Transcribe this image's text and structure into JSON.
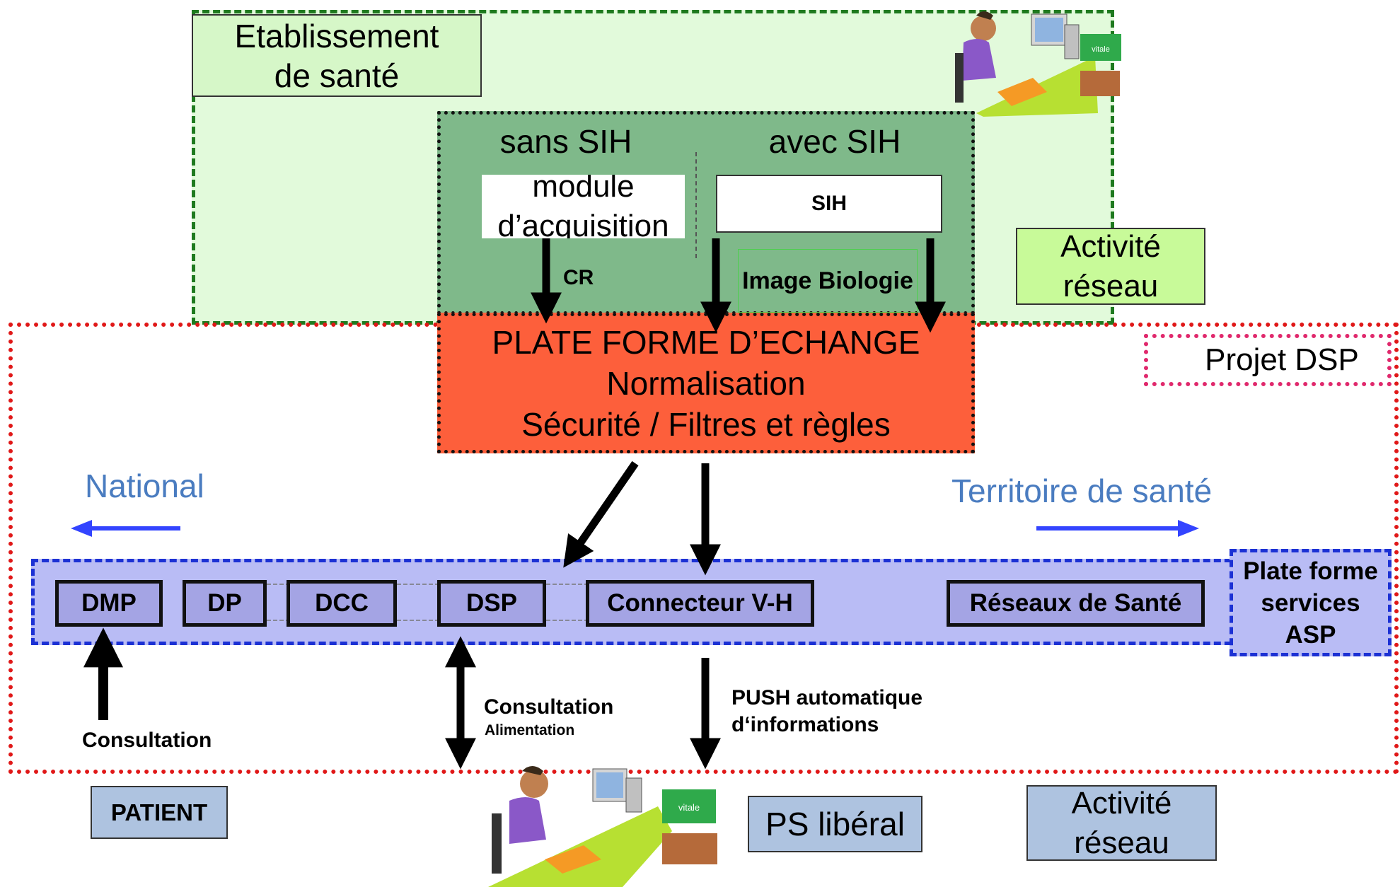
{
  "etablissement_label": [
    "Etablissement",
    "de santé"
  ],
  "activite_reseau_top": [
    "Activité",
    "réseau"
  ],
  "sih_block": {
    "sans_sih": "sans SIH",
    "avec_sih": "avec SIH",
    "module": [
      "module",
      "d’acquisition"
    ],
    "sih": "SIH",
    "cr_label": "CR",
    "image_biologie": "Image Biologie"
  },
  "plate_forme": [
    "PLATE FORME D’ECHANGE",
    "Normalisation",
    "Sécurité / Filtres et règles"
  ],
  "projet_dsp": "Projet DSP",
  "national": "National",
  "territoire": "Territoire de santé",
  "systems": {
    "dmp": "DMP",
    "dp": "DP",
    "dcc": "DCC",
    "dsp": "DSP",
    "connecteur": "Connecteur V-H",
    "reseaux": "Réseaux de Santé"
  },
  "asp_box": [
    "Plate forme",
    "services",
    "ASP"
  ],
  "consultation_left": "Consultation",
  "consultation_mid": "Consultation",
  "alimentation": "Alimentation",
  "push": [
    "PUSH automatique",
    "d‘informations"
  ],
  "patient": "PATIENT",
  "ps_liberal": "PS libéral",
  "activite_reseau_bottom": [
    "Activité",
    "réseau"
  ],
  "vitale_card_text": "vitale",
  "colors": {
    "etab_bg": "#e2fadb",
    "etab_border": "#1f7a1f",
    "dsp_border": "#e01818",
    "sih_block_bg": "#7fb98a",
    "plate_forme_bg": "#fd5f3b",
    "band_bg": "#b9bcf5",
    "band_border": "#1c31d4",
    "national_text": "#4a7cc0"
  }
}
